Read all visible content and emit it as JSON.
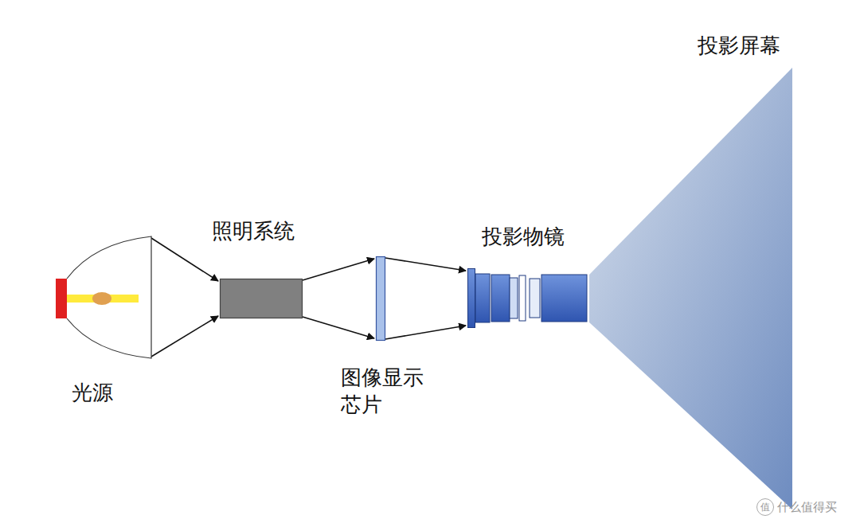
{
  "diagram": {
    "nodes": [
      {
        "text": [
          "光源"
        ]
      },
      {
        "text": [
          "照明系统"
        ]
      },
      {
        "text": [
          "图像显示芯片"
        ]
      },
      {
        "text": [
          "投影物镜"
        ]
      },
      {
        "text": [
          "投影屏幕"
        ]
      }
    ],
    "edges": [
      {
        "from": 0,
        "to": 1,
        "arrow": "to"
      },
      {
        "from": 1,
        "to": 2,
        "arrow": "to"
      },
      {
        "from": 2,
        "to": 3,
        "arrow": "to"
      }
    ],
    "labels": [
      "值",
      "什么值得买"
    ]
  }
}
